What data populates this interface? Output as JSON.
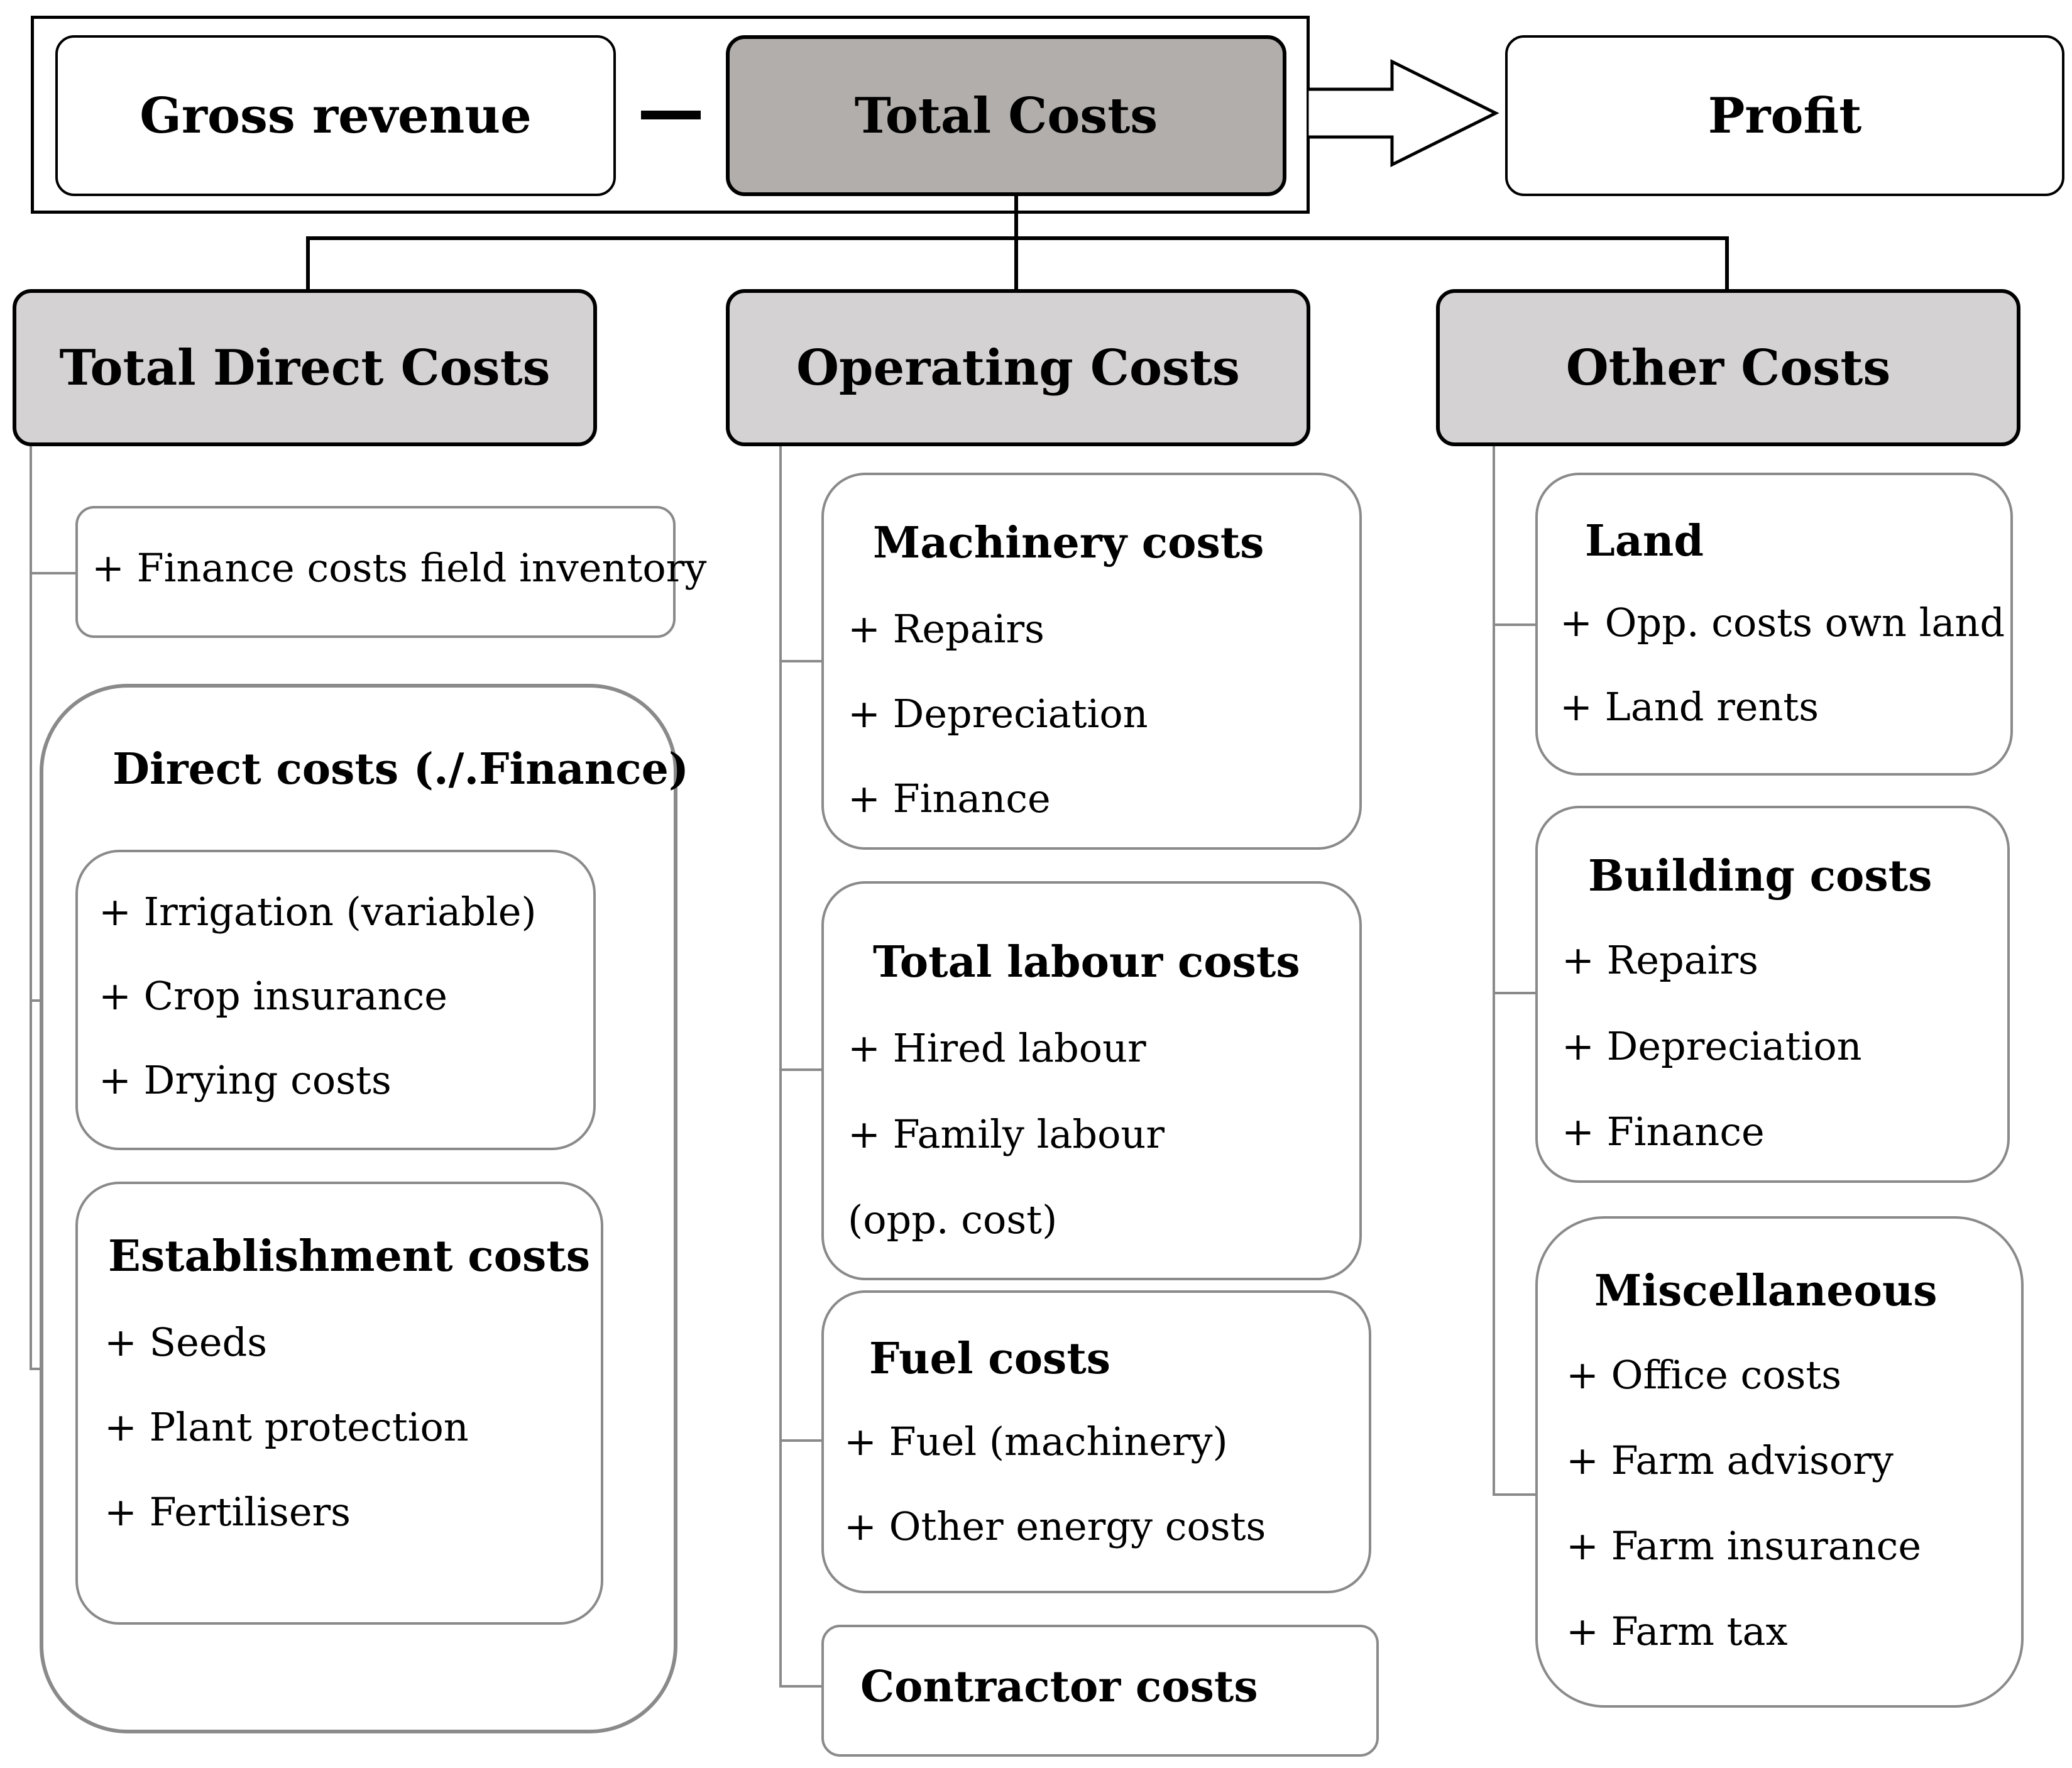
{
  "equation": {
    "gross_revenue": "Gross revenue",
    "minus": "−",
    "total_costs": "Total Costs",
    "profit": "Profit"
  },
  "categories": {
    "direct": "Total Direct Costs",
    "operating": "Operating Costs",
    "other": "Other Costs"
  },
  "direct": {
    "finance_field_inventory": "+ Finance costs field inventory",
    "direct_costs_title": "Direct costs (./.Finance)",
    "variable": [
      "+ Irrigation (variable)",
      "+ Crop insurance",
      "+ Drying costs"
    ],
    "establishment_title": "Establishment costs",
    "establishment": [
      "+ Seeds",
      "+ Plant protection",
      "+ Fertilisers"
    ]
  },
  "operating": {
    "machinery_title": "Machinery costs",
    "machinery": [
      "+ Repairs",
      "+ Depreciation",
      "+ Finance"
    ],
    "labour_title": "Total labour costs",
    "labour": [
      "+ Hired labour",
      "+ Family labour",
      "(opp. cost)"
    ],
    "fuel_title": "Fuel costs",
    "fuel": [
      "+ Fuel (machinery)",
      "+ Other energy costs"
    ],
    "contractor_title": "Contractor costs"
  },
  "other": {
    "land_title": "Land",
    "land": [
      "+ Opp. costs own land",
      "+ Land rents"
    ],
    "building_title": "Building costs",
    "building": [
      "+ Repairs",
      "+ Depreciation",
      "+ Finance"
    ],
    "misc_title": "Miscellaneous",
    "misc": [
      "+ Office costs",
      "+ Farm advisory",
      "+ Farm insurance",
      "+ Farm tax"
    ]
  },
  "colors": {
    "total_costs_fill": "#b2aeab",
    "category_fill": "#d4d2d3",
    "card_border": "#8a8a8a"
  }
}
